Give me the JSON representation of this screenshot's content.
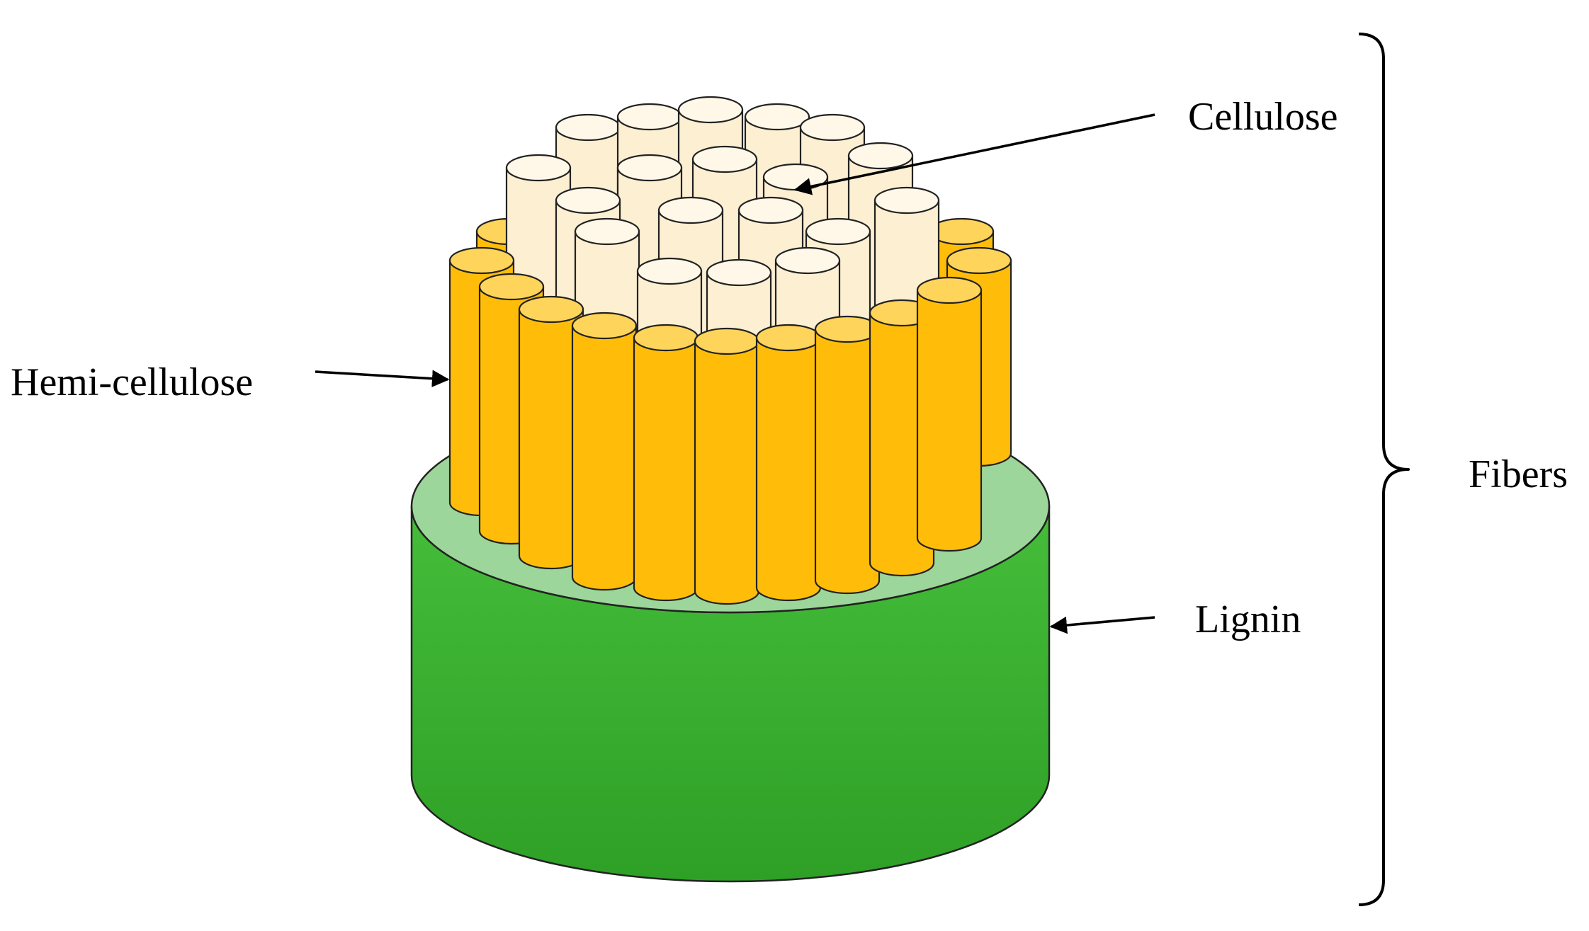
{
  "labels": {
    "cellulose": "Cellulose",
    "hemicellulose": "Hemi-cellulose",
    "lignin": "Lignin",
    "fibers": "Fibers"
  },
  "colors": {
    "cellulose_body": "#FCEFD2",
    "cellulose_top": "#FFF8E8",
    "hemicellulose_body": "#FFBD0A",
    "hemicellulose_top": "#FFD45A",
    "lignin_side": "#3CB232",
    "lignin_top": "#9DD69A",
    "outline": "#222222",
    "text": "#000000"
  }
}
